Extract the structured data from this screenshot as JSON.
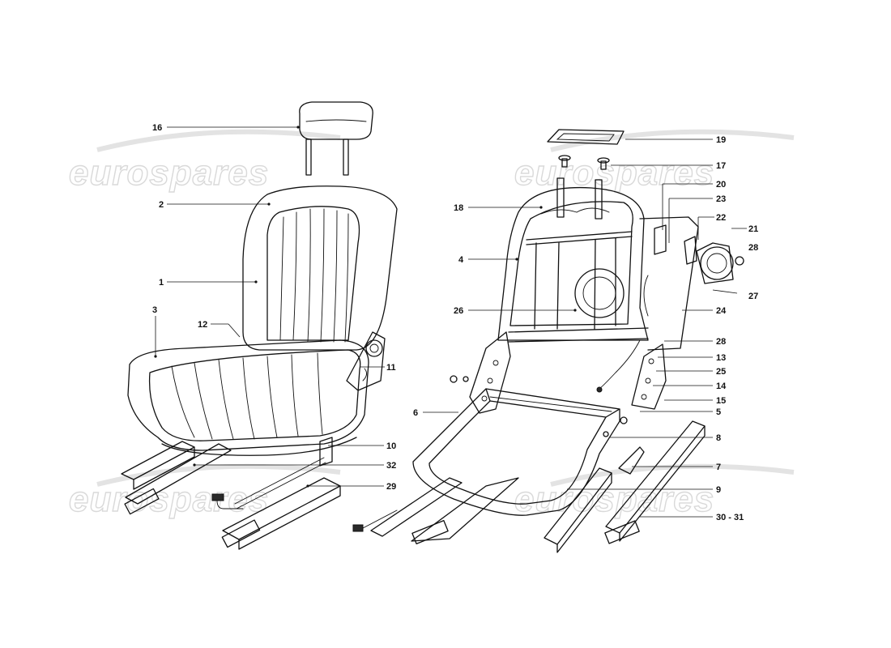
{
  "watermark": {
    "text": "eurospares"
  },
  "callouts": {
    "c1": "1",
    "c2": "2",
    "c3": "3",
    "c4": "4",
    "c5": "5",
    "c6": "6",
    "c7": "7",
    "c8": "8",
    "c9": "9",
    "c10": "10",
    "c11": "11",
    "c12": "12",
    "c13": "13",
    "c14": "14",
    "c15": "15",
    "c16": "16",
    "c17": "17",
    "c18": "18",
    "c19": "19",
    "c20": "20",
    "c21": "21",
    "c22": "22",
    "c23": "23",
    "c24": "24",
    "c25": "25",
    "c26": "26",
    "c27": "27",
    "c28a": "28",
    "c28b": "28",
    "c29": "29",
    "c30_31": "30 - 31",
    "c32": "32"
  },
  "colors": {
    "line": "#111111",
    "watermark": "#d9d9d9",
    "background": "#ffffff"
  }
}
